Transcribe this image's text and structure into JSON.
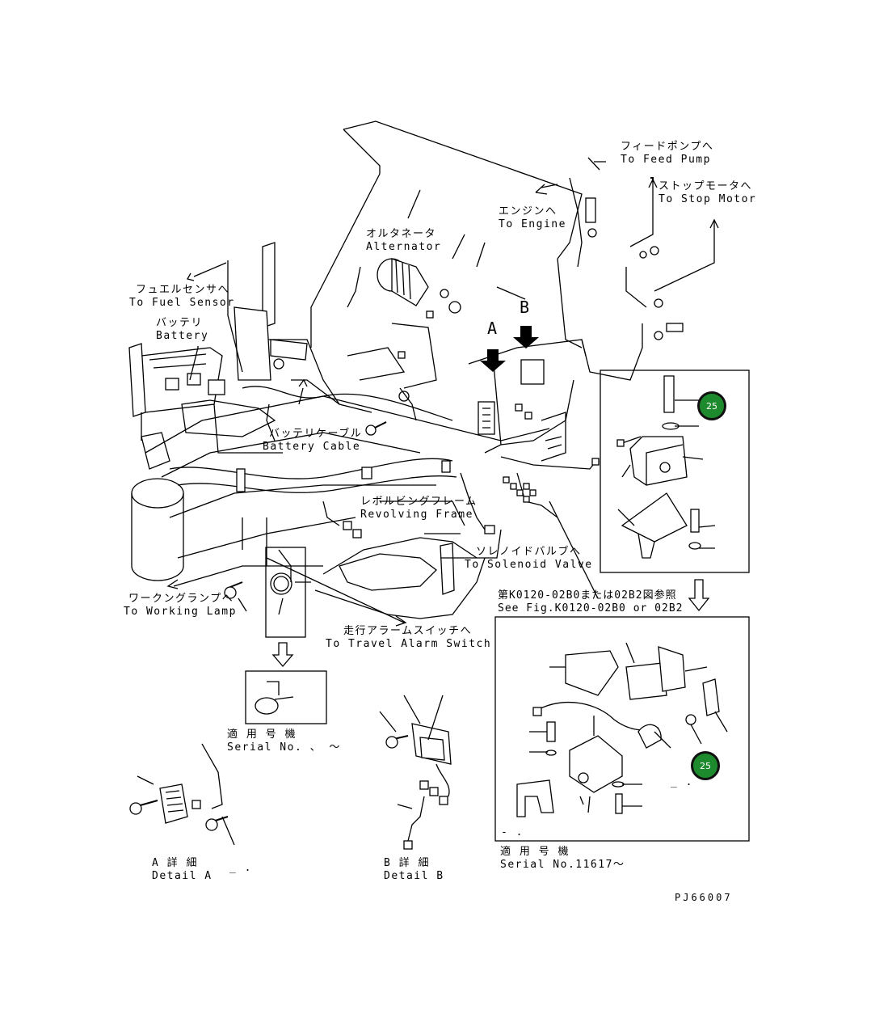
{
  "labels": {
    "feed_pump": {
      "jp": "フィードポンプへ",
      "en": "To Feed Pump"
    },
    "stop_motor": {
      "jp": "ストップモータへ",
      "en": "To Stop Motor"
    },
    "engine": {
      "jp": "エンジンへ",
      "en": "To Engine"
    },
    "alternator": {
      "jp": "オルタネータ",
      "en": "Alternator"
    },
    "fuel_sensor": {
      "jp": "フュエルセンサへ",
      "en": "To Fuel Sensor"
    },
    "battery": {
      "jp": "バッテリ",
      "en": "Battery"
    },
    "arrow_a": "A",
    "arrow_b": "B",
    "battery_cable": {
      "jp": "バッテリケーブル",
      "en": "Battery Cable"
    },
    "revolving_frame": {
      "jp": "レボルビングフレーム",
      "en": "Revolving Frame"
    },
    "solenoid_valve": {
      "jp": "ソレノイドバルブへ",
      "en": "To Solenoid Valve"
    },
    "see_fig": {
      "jp": "第K0120-02B0または02B2図参照",
      "en": "See Fig.K0120-02B0 or 02B2"
    },
    "working_lamp": {
      "jp": "ワークングランプへ",
      "en": "To Working Lamp"
    },
    "travel_alarm": {
      "jp": "走行アラームスイッチへ",
      "en": "To Travel Alarm Switch"
    },
    "serial_1": {
      "jp": "適 用 号 機",
      "en": "Serial No. 、 ～"
    },
    "serial_2": {
      "jp": "適 用 号 機",
      "en": "Serial No.11617～"
    },
    "detail_a": {
      "jp": "A 詳 細",
      "en": "Detail A",
      "suffix": "_ ."
    },
    "detail_b": {
      "jp": "B 詳 細",
      "en": "Detail B"
    },
    "mark_1": "_ .",
    "mark_2": "- .",
    "doc_code": "PJ66007"
  },
  "badges": {
    "badge_1": "25",
    "badge_2": "25"
  },
  "colors": {
    "badge_fill": "#1e8a2e",
    "line": "#000000"
  }
}
